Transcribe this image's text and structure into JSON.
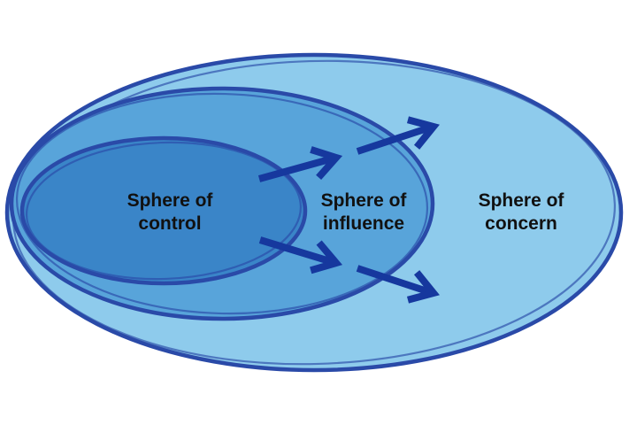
{
  "colors": {
    "background": "#ffffff",
    "concern_fill": "#8ecbec",
    "influence_fill": "#58a4da",
    "control_fill": "#3a85c8",
    "ellipse_stroke": "#2a4aa8",
    "arrow_color": "#16389e",
    "label_color": "#111111"
  },
  "diagram": {
    "spheres": [
      {
        "name": "concern",
        "line1": "Sphere of",
        "line2": "concern"
      },
      {
        "name": "influence",
        "line1": "Sphere of",
        "line2": "influence"
      },
      {
        "name": "control",
        "line1": "Sphere of",
        "line2": "control"
      }
    ]
  }
}
